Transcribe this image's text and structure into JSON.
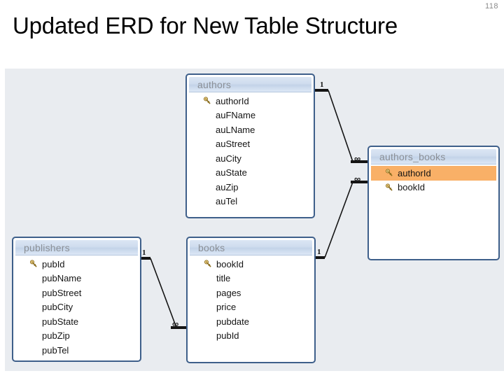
{
  "slide": {
    "title": "Updated ERD for New Table Structure",
    "page_number": "118",
    "canvas_bg": "#e9ecf0"
  },
  "colors": {
    "table_border": "#3e5f8a",
    "header_gradient_top": "#dbe6f4",
    "header_gradient_bottom": "#c3d3e8",
    "selected_row": "#f9b067",
    "title_text": "#8a8f96",
    "field_text": "#141414"
  },
  "erd": {
    "tables": [
      {
        "id": "authors",
        "name": "authors",
        "fields": [
          {
            "name": "authorId",
            "key": true,
            "selected": false
          },
          {
            "name": "auFName",
            "key": false,
            "selected": false
          },
          {
            "name": "auLName",
            "key": false,
            "selected": false
          },
          {
            "name": "auStreet",
            "key": false,
            "selected": false
          },
          {
            "name": "auCity",
            "key": false,
            "selected": false
          },
          {
            "name": "auState",
            "key": false,
            "selected": false
          },
          {
            "name": "auZip",
            "key": false,
            "selected": false
          },
          {
            "name": "auTel",
            "key": false,
            "selected": false
          }
        ]
      },
      {
        "id": "authors_books",
        "name": "authors_books",
        "fields": [
          {
            "name": "authorId",
            "key": true,
            "selected": true
          },
          {
            "name": "bookId",
            "key": true,
            "selected": false
          }
        ]
      },
      {
        "id": "publishers",
        "name": "publishers",
        "fields": [
          {
            "name": "pubId",
            "key": true,
            "selected": false
          },
          {
            "name": "pubName",
            "key": false,
            "selected": false
          },
          {
            "name": "pubStreet",
            "key": false,
            "selected": false
          },
          {
            "name": "pubCity",
            "key": false,
            "selected": false
          },
          {
            "name": "pubState",
            "key": false,
            "selected": false
          },
          {
            "name": "pubZip",
            "key": false,
            "selected": false
          },
          {
            "name": "pubTel",
            "key": false,
            "selected": false
          }
        ]
      },
      {
        "id": "books",
        "name": "books",
        "fields": [
          {
            "name": "bookId",
            "key": true,
            "selected": false
          },
          {
            "name": "title",
            "key": false,
            "selected": false
          },
          {
            "name": "pages",
            "key": false,
            "selected": false
          },
          {
            "name": "price",
            "key": false,
            "selected": false
          },
          {
            "name": "pubdate",
            "key": false,
            "selected": false
          },
          {
            "name": "pubId",
            "key": false,
            "selected": false
          }
        ]
      }
    ],
    "relationships": [
      {
        "id": "authors-authors_books",
        "from_table": "authors",
        "to_table": "authors_books",
        "from_cardinality": "1",
        "to_cardinality": "∞"
      },
      {
        "id": "books-authors_books",
        "from_table": "books",
        "to_table": "authors_books",
        "from_cardinality": "1",
        "to_cardinality": "∞"
      },
      {
        "id": "publishers-books",
        "from_table": "publishers",
        "to_table": "books",
        "from_cardinality": "1",
        "to_cardinality": "∞"
      }
    ]
  }
}
